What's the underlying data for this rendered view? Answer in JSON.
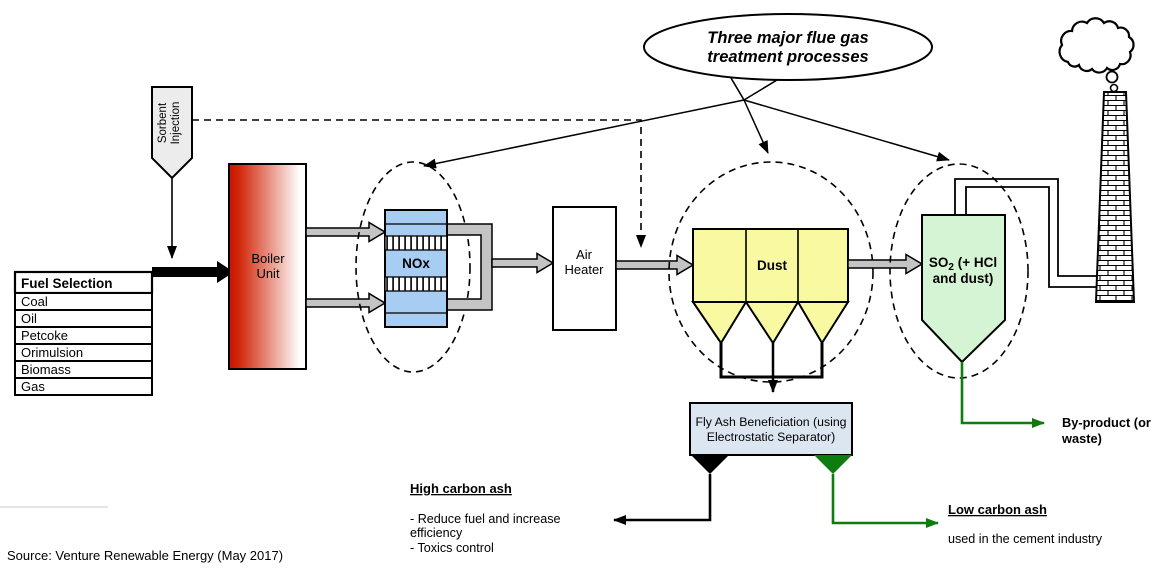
{
  "callout": {
    "line1": "Three major flue gas",
    "line2": "treatment processes"
  },
  "sorbent": {
    "line1": "Sorbent",
    "line2": "Injection"
  },
  "fuel_table": {
    "header": "Fuel Selection",
    "rows": [
      "Coal",
      "Oil",
      "Petcoke",
      "Orimulsion",
      "Biomass",
      "Gas"
    ]
  },
  "boiler": {
    "line1": "Boiler",
    "line2": "Unit"
  },
  "nox": {
    "label": "NOx"
  },
  "air_heater": {
    "line1": "Air",
    "line2": "Heater"
  },
  "dust": {
    "label": "Dust"
  },
  "so2": {
    "prefix": "SO",
    "sub": "2",
    "suffix": " (+ HCl",
    "line2": "and  dust)"
  },
  "flyash": {
    "line1": "Fly Ash Beneficiation  (using",
    "line2": "Electrostatic  Separator)"
  },
  "byproduct": {
    "line1": "By-product  (or",
    "line2": "waste)"
  },
  "high_carbon": {
    "title": "High carbon ash",
    "note1": "- Reduce fuel and increase",
    "note2": "efficiency",
    "note3": "- Toxics control"
  },
  "low_carbon": {
    "title": "Low  carbon ash",
    "note": "used in the cement industry"
  },
  "source": "Source: Venture Renewable Energy (May 2017)",
  "colors": {
    "nox_fill": "#a7cdf2",
    "dust_fill": "#f9f9a2",
    "so2_fill": "#d4f4d4",
    "flyash_fill": "#dce6f1",
    "sorbent_fill": "#ececec",
    "arrow_gray": "#c4c4c4",
    "boiler_red": "#c41700",
    "green": "#0e7c0e"
  }
}
